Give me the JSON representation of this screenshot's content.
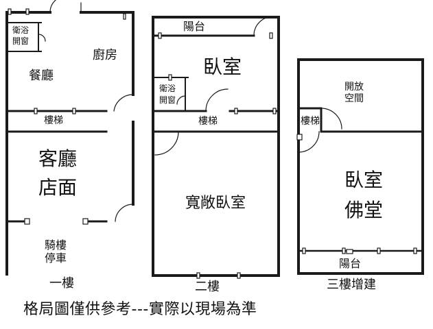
{
  "floors": {
    "f1": {
      "bath_label": "衛浴",
      "window_label": "開窗",
      "kitchen_label": "廚房",
      "dining_label": "餐廳",
      "stairs_label": "樓梯",
      "living_label": "客廳",
      "shop_label": "店面",
      "arcade_label": "騎樓",
      "parking_label": "停車",
      "caption": "一樓"
    },
    "f2": {
      "balcony_label": "陽台",
      "bedroom_label": "臥室",
      "bath_label": "衛浴",
      "window_label": "開窗",
      "stairs_label": "樓梯",
      "big_bedroom_label": "寬敞臥室",
      "caption": "二樓"
    },
    "f3": {
      "open_label": "開放",
      "space_label": "空間",
      "stairs_label": "樓梯",
      "bedroom_label": "臥室",
      "shrine_label": "佛堂",
      "balcony_label": "陽台",
      "caption": "三樓增建"
    }
  },
  "footer": {
    "note": "格局圖僅供參考---實際以現場為準"
  }
}
